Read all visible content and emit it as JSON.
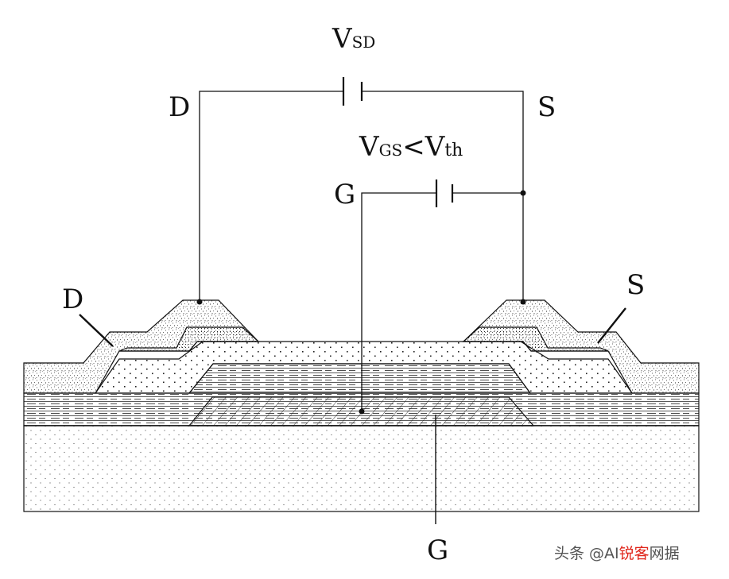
{
  "labels": {
    "vsd_main": "V",
    "vsd_sub": "SD",
    "drain_top": "D",
    "source_top": "S",
    "vgs_main": "V",
    "vgs_sub": "GS",
    "vgs_lt": "<",
    "vth_main": "V",
    "vth_sub": "th",
    "gate_top": "G",
    "drain_side": "D",
    "source_side": "S",
    "gate_bottom": "G"
  },
  "watermark": {
    "prefix": "头条 @AI",
    "highlight": "锐客",
    "suffix": "网据"
  },
  "colors": {
    "line": "#111111",
    "watermark_red": "#e0261b",
    "watermark_gray": "#555555"
  }
}
